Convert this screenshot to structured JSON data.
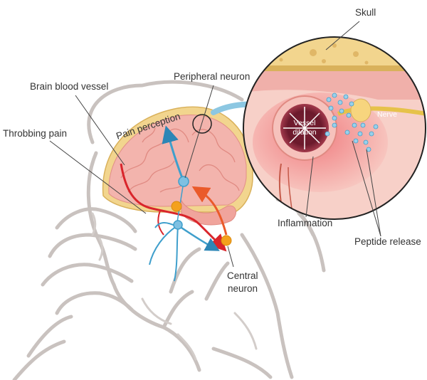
{
  "labels": {
    "skull": "Skull",
    "peripheral_neuron": "Peripheral neuron",
    "brain_blood_vessel": "Brain blood vessel",
    "pain_perception": "Pain perception",
    "throbbing_pain": "Throbbing pain",
    "vessel_line1": "Vessel",
    "vessel_line2": "dilation",
    "nerve": "Nerve",
    "inflammation": "Inflammation",
    "peptide_release": "Peptide release",
    "central_line1": "Central",
    "central_line2": "neuron"
  },
  "colors": {
    "skull_bone": "#f2d58e",
    "brain_tissue": "#f3b4ad",
    "vessel_red": "#d9252b",
    "neuron_blue": "#3f9fcc",
    "neuron_orange": "#f4a11d",
    "inflammation_pink": "#f08a8a",
    "sketch_gray": "#c9c2bf"
  }
}
